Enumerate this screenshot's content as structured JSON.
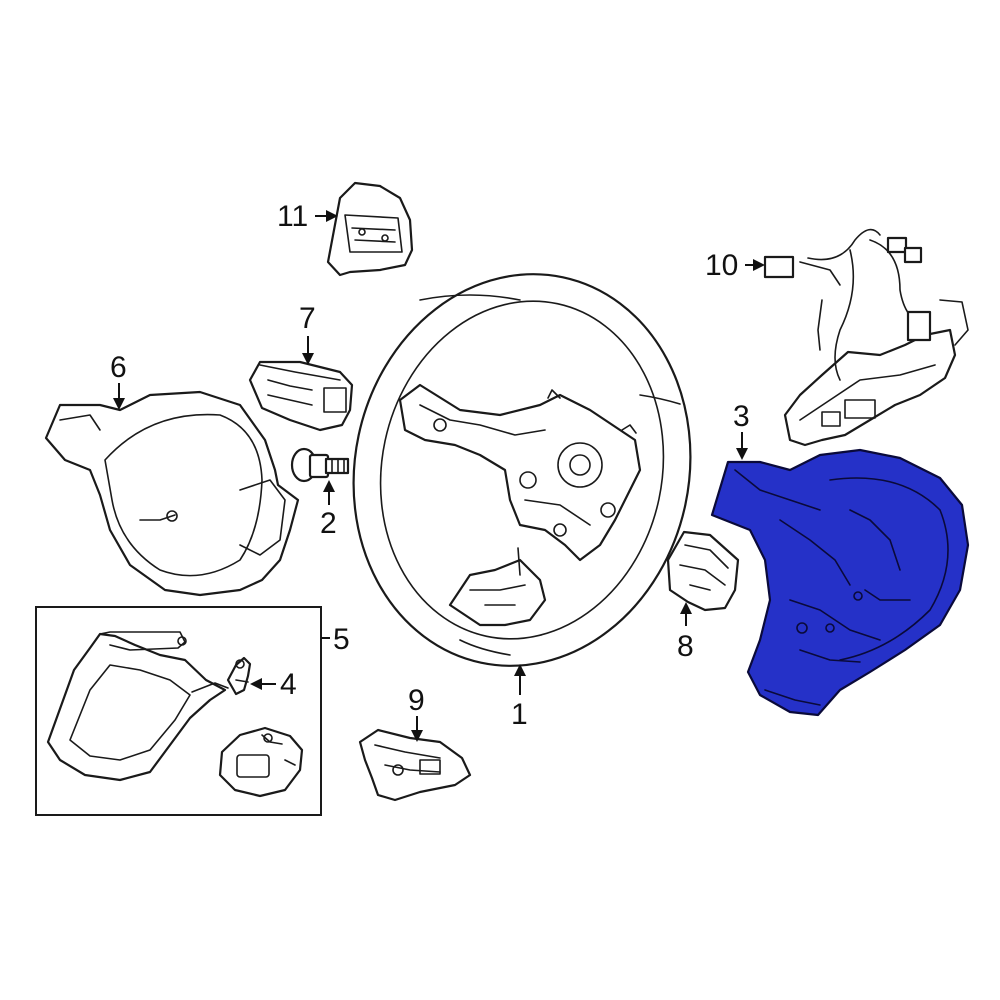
{
  "highlight_color": "#2531c8",
  "callouts": {
    "c1": "1",
    "c2": "2",
    "c3": "3",
    "c4": "4",
    "c5": "5",
    "c6": "6",
    "c7": "7",
    "c8": "8",
    "c9": "9",
    "c10": "10",
    "c11": "11"
  }
}
